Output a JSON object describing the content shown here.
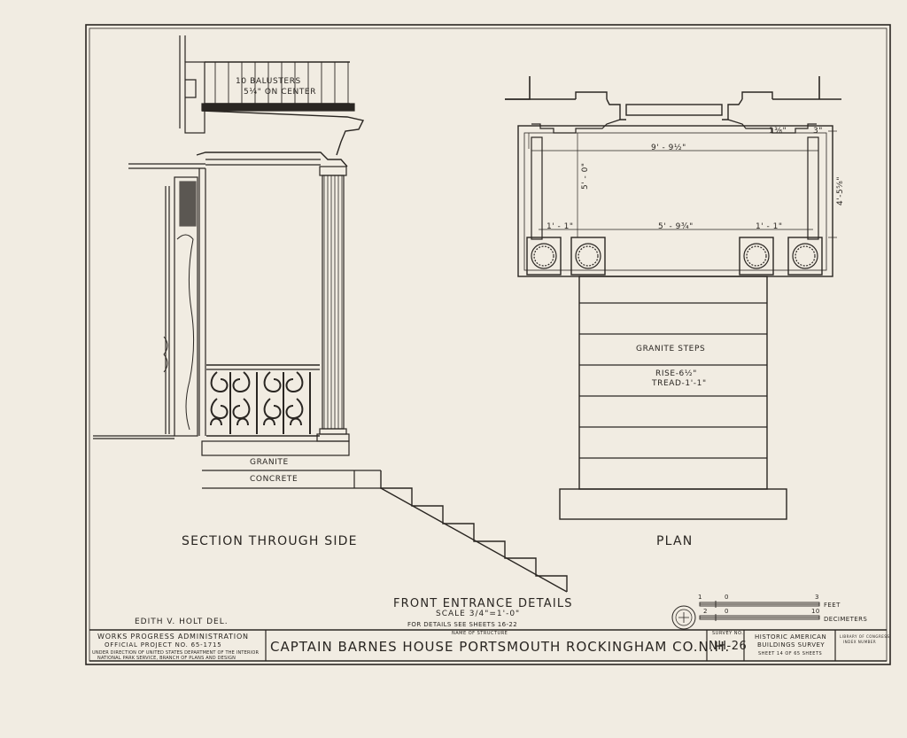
{
  "section_view": {
    "title": "SECTION THROUGH SIDE",
    "balusters_note_1": "10 BALUSTERS",
    "balusters_note_2": "5¼\" ON CENTER",
    "granite_label": "GRANITE",
    "concrete_label": "CONCRETE"
  },
  "plan_view": {
    "title": "PLAN",
    "dim_overall_width": "9' - 9½\"",
    "dim_inner_width": "5' - 9¾\"",
    "dim_depth": "5' - 0\"",
    "dim_side_depth": "4'-5⅝\"",
    "dim_left_col": "1' - 1\"",
    "dim_right_col": "1' - 1\"",
    "dim_corner_1": "1⅜\"",
    "dim_corner_2": "3\"",
    "steps_label": "GRANITE STEPS",
    "rise_label": "RISE-6½\"",
    "tread_label": "TREAD-1'-1\""
  },
  "drawing": {
    "title": "FRONT ENTRANCE DETAILS",
    "scale": "SCALE 3/4\"=1'-0\"",
    "details_note": "FOR DETAILS SEE SHEETS 16-22",
    "delineator": "EDITH V. HOLT DEL.",
    "scale_bar_feet_label": "FEET",
    "scale_bar_decimeters_label": "DECIMETERS",
    "scale_feet_ticks": [
      "1",
      "0",
      "3"
    ],
    "scale_dm_ticks": [
      "2",
      "0",
      "10"
    ]
  },
  "title_block": {
    "agency_1": "WORKS PROGRESS ADMINISTRATION",
    "agency_2": "OFFICIAL PROJECT NO. 65-1715",
    "agency_3": "UNDER DIRECTION OF UNITED STATES DEPARTMENT OF THE INTERIOR",
    "agency_4": "NATIONAL PARK SERVICE, BRANCH OF PLANS AND DESIGN",
    "name_caption": "NAME OF STRUCTURE",
    "structure_name": "CAPTAIN BARNES HOUSE PORTSMOUTH ROCKINGHAM CO.N.H.",
    "survey_caption": "SURVEY NO.",
    "survey_no": "NH-26",
    "habs_1": "HISTORIC AMERICAN",
    "habs_2": "BUILDINGS SURVEY",
    "sheet_info": "SHEET 14 OF 65 SHEETS",
    "library_1": "LIBRARY OF CONGRESS",
    "library_2": "INDEX NUMBER"
  },
  "colors": {
    "paper": "#f1ece2",
    "ink": "#2a2622"
  }
}
